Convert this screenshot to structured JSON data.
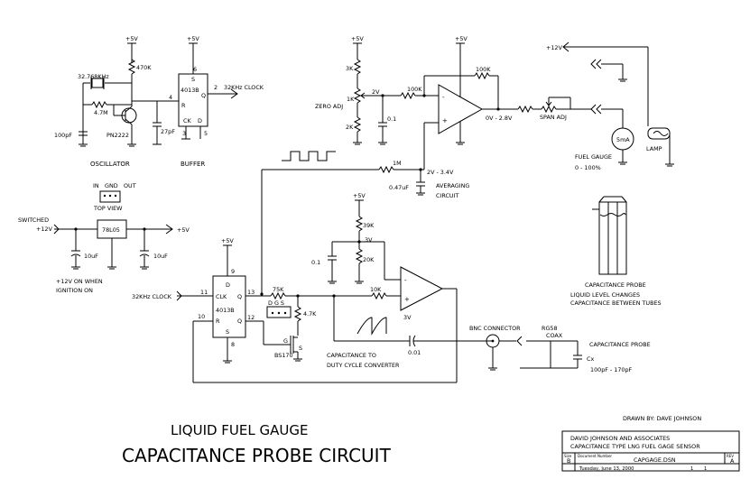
{
  "title": {
    "line1": "LIQUID FUEL GAUGE",
    "line2": "CAPACITANCE PROBE CIRCUIT"
  },
  "drawn_by": "DRAWN BY: DAVE JOHNSON",
  "title_block": {
    "company": "DAVID JOHNSON AND ASSOCIATES",
    "project": "CAPACITANCE TYPE LNG FUEL GAGE SENSOR",
    "size_label": "Size",
    "size": "B",
    "doc_label": "Document Number",
    "doc": "CAPGAGE.DSN",
    "rev_label": "REV",
    "rev": "A",
    "date": "Tuesday, June 13, 2000",
    "sheet": "1",
    "of": "1"
  },
  "oscillator": {
    "supply": "+5V",
    "crystal": "32.768KHz",
    "r1": "470K",
    "r2": "4.7M",
    "c1": "100pF",
    "c2": "27pF",
    "transistor": "PN2222",
    "label": "OSCILLATOR"
  },
  "buffer": {
    "supply": "+5V",
    "ic": "4013B",
    "pin6": "6",
    "pin2": "2",
    "pin4": "4",
    "pin3": "3",
    "pin5": "5",
    "s": "S",
    "r": "R",
    "q": "Q",
    "ck": "CK",
    "d": "D",
    "clock_out": "32KHz CLOCK",
    "label": "BUFFER"
  },
  "zero_amp": {
    "supply_left": "+5V",
    "supply_op": "+5V",
    "r_top": "3K",
    "pot": "1K",
    "r_bot": "2K",
    "zero": "ZERO ADJ",
    "v": "2V",
    "rin": "100K",
    "rf": "100K",
    "c": "0.1",
    "out": "0V - 2.8V",
    "minus": "-",
    "plus": "+"
  },
  "output_stage": {
    "supply": "+12V",
    "span": "SPAN ADJ",
    "meter": "5mA",
    "gauge": "FUEL GAUGE",
    "range": "0 - 100%",
    "lamp": "LAMP"
  },
  "averaging": {
    "r": "1M",
    "c": "0.47uF",
    "v": "2V - 3.4V",
    "label1": "AVERAGING",
    "label2": "CIRCUIT"
  },
  "regulator": {
    "in": "IN",
    "gnd": "GND",
    "out": "OUT",
    "top_view": "TOP VIEW",
    "switched1": "SWITCHED",
    "switched2": "+12V",
    "chip": "78L05",
    "vout": "+5V",
    "c1": "10uF",
    "c2": "10uF",
    "note1": "+12V ON WHEN",
    "note2": "IGNITION ON"
  },
  "converter": {
    "supply": "+5V",
    "ic": "4013B",
    "clk_in": "32KHz CLOCK",
    "p9": "9",
    "p11": "11",
    "p13": "13",
    "p10": "10",
    "p12": "12",
    "p8": "8",
    "d": "D",
    "clk": "CLK",
    "q": "Q",
    "qb": "Q",
    "r": "R",
    "s": "S",
    "r75": "75K",
    "r47": "4.7K",
    "fet": "BS170",
    "dgs": "D G S",
    "g": "G",
    "s2": "S",
    "label1": "CAPACITANCE TO",
    "label2": "DUTY CYCLE CONVERTER"
  },
  "comparator": {
    "supply": "+5V",
    "r39": "39K",
    "r20": "20K",
    "v3": "3V",
    "c01": "0.1",
    "r10": "10K",
    "v3b": "3V",
    "c001": "0.01",
    "minus": "-",
    "plus": "+"
  },
  "probe": {
    "bnc": "BNC CONNECTOR",
    "coax1": "RG58",
    "coax2": "COAX",
    "probe": "CAPACITANCE PROBE",
    "cx": "Cx",
    "range": "100pF - 170pF",
    "probe_label": "CAPACITANCE PROBE",
    "note1": "LIQUID LEVEL CHANGES",
    "note2": "CAPACITANCE BETWEEN TUBES"
  }
}
